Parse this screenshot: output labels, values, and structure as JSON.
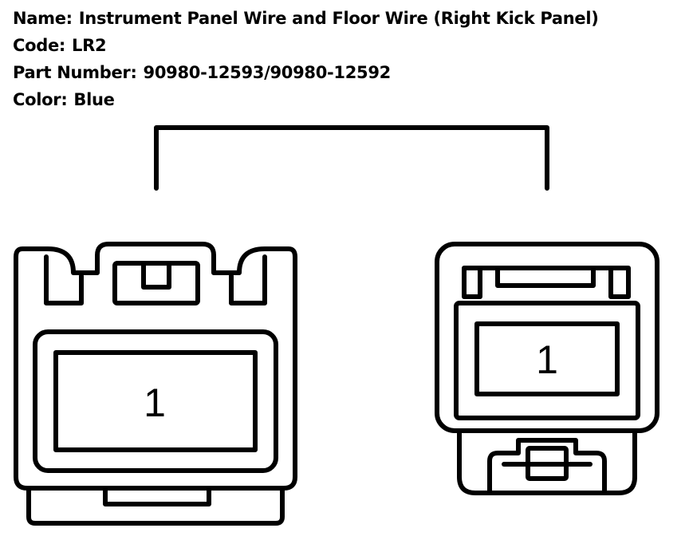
{
  "info": {
    "name_label": "Name:",
    "name_value": "Instrument Panel Wire and Floor Wire (Right Kick Panel)",
    "code_label": "Code:",
    "code_value": "LR2",
    "part_label": "Part Number:",
    "part_value": "90980-12593/90980-12592",
    "color_label": "Color:",
    "color_value": "Blue"
  },
  "connectors": {
    "left": {
      "pin": "1"
    },
    "right": {
      "pin": "1"
    }
  }
}
